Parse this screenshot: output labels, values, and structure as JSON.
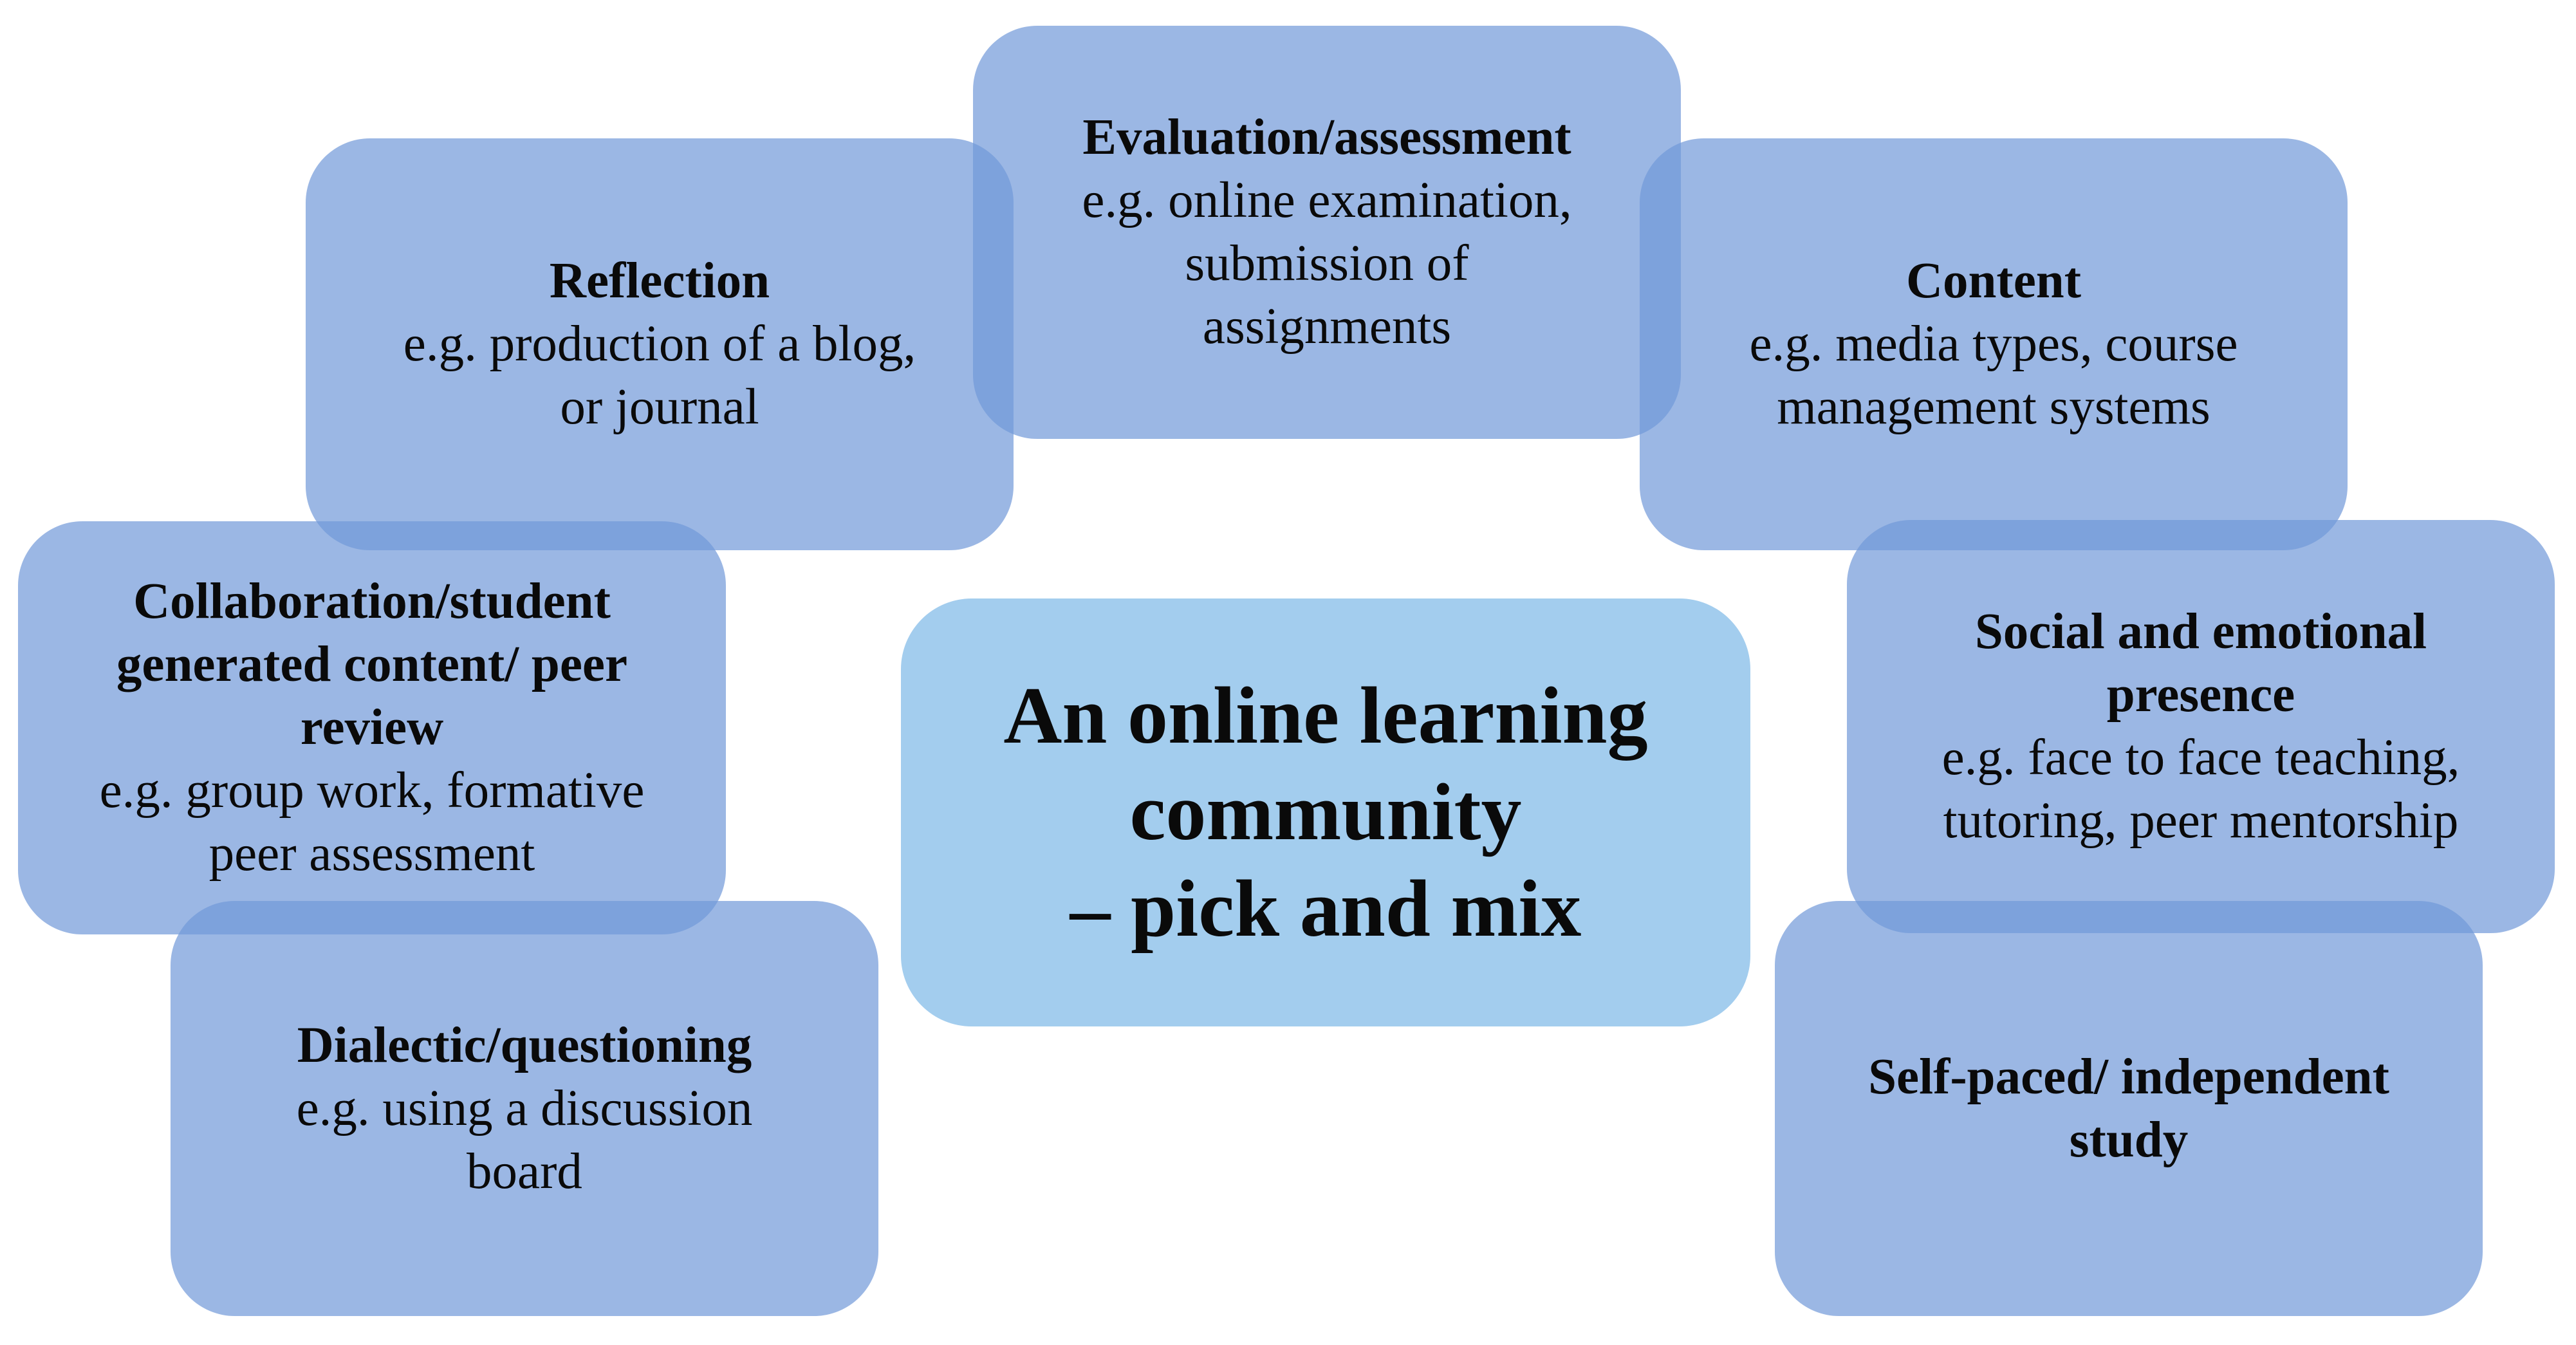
{
  "diagram": {
    "center": {
      "text": "An online learning\ncommunity\n– pick and mix"
    },
    "nodes": {
      "reflection": {
        "title": "Reflection",
        "example": "e.g. production of a blog,\nor journal"
      },
      "evaluation": {
        "title": "Evaluation/assessment",
        "example": "e.g. online examination,\nsubmission of\nassignments"
      },
      "content": {
        "title": "Content",
        "example": "e.g. media types, course\nmanagement systems"
      },
      "collaboration": {
        "title": "Collaboration/student\ngenerated content/ peer\nreview",
        "example": "e.g. group work, formative\npeer assessment"
      },
      "social": {
        "title": "Social and emotional\npresence",
        "example": "e.g. face to face teaching,\ntutoring, peer mentorship"
      },
      "dialectic": {
        "title": "Dialectic/questioning",
        "example": "e.g. using a discussion\nboard"
      },
      "selfpaced": {
        "title": "Self-paced/ independent\nstudy",
        "example": ""
      }
    },
    "colors": {
      "node_fill": "#7098d8",
      "center_fill": "#a3cdee",
      "text": "#0a0a0a",
      "background": "#ffffff"
    }
  }
}
